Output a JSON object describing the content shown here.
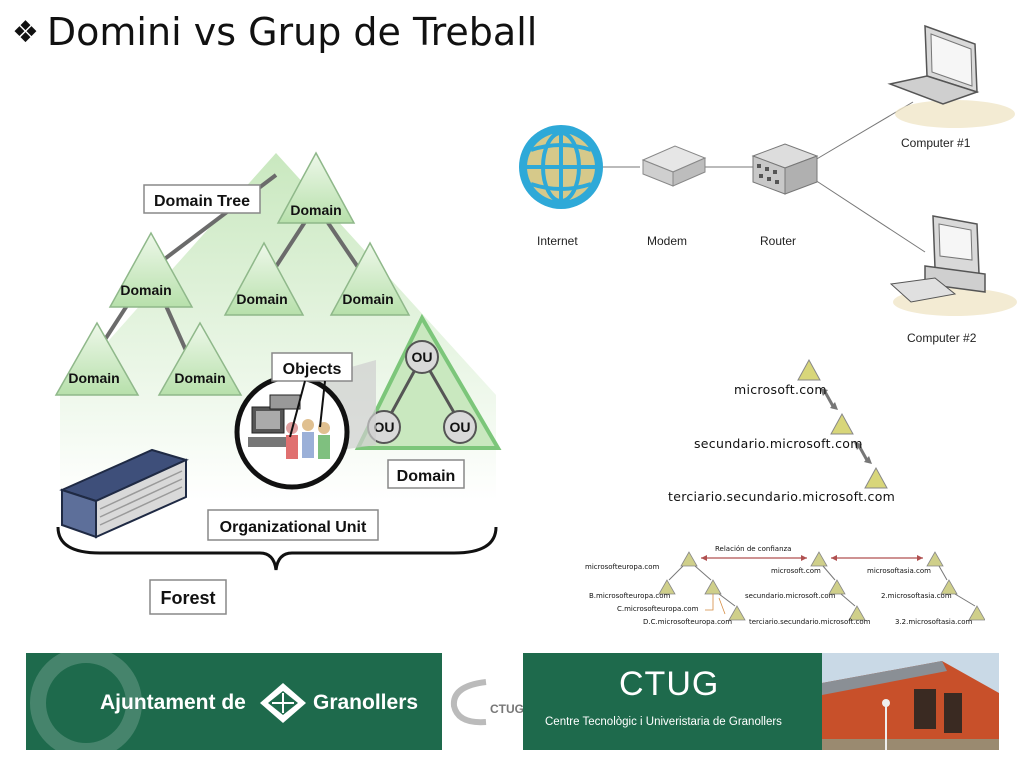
{
  "title": {
    "bullet": "❖",
    "text": "Domini vs Grup de Treball"
  },
  "domain_diagram": {
    "tree_label": "Domain Tree",
    "domain_label": "Domain",
    "ou_label": "OU",
    "objects_label": "Objects",
    "ou_box_label": "Organizational Unit",
    "forest_label": "Forest"
  },
  "network": {
    "internet": "Internet",
    "modem": "Modem",
    "router": "Router",
    "computer1": "Computer #1",
    "computer2": "Computer #2"
  },
  "dns_chain": [
    "microsoft.com",
    "secundario.microsoft.com",
    "terciario.secundario.microsoft.com"
  ],
  "trust": {
    "relation_label": "Relación de confianza",
    "nodes": [
      "microsofteuropa.com",
      "microsoft.com",
      "microsoftasia.com",
      "B.microsofteuropa.com",
      "C.microsofteuropa.com",
      "D.C.microsofteuropa.com",
      "secundario.microsoft.com",
      "terciario.secundario.microsoft.com",
      "2.microsoftasia.com",
      "3.2.microsoftasia.com"
    ]
  },
  "footer": {
    "ajuntament_left": "Ajuntament de",
    "ajuntament_right": "Granollers",
    "ctug_small": "CTUG",
    "ctug_title": "CTUG",
    "ctug_subtitle": "Centre Tecnològic i Univeristaria de Granollers"
  },
  "colors": {
    "tree_green": "#c9e8bf",
    "tree_dark": "#7cc67a",
    "footer_green": "#1e6a4c",
    "globe_blue": "#2ea9d8",
    "globe_land": "#d6c98a",
    "trust_olive": "#cfcf8a"
  }
}
